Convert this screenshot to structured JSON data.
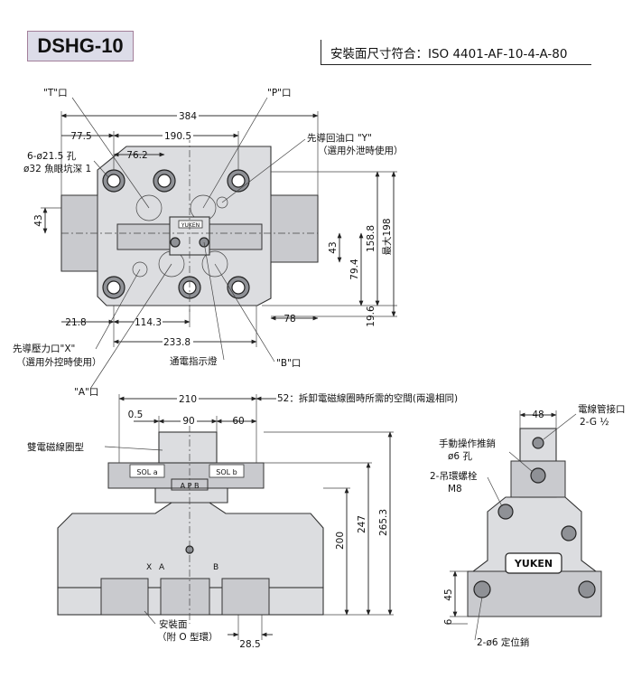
{
  "model": "DSHG-10",
  "standard": "安裝面尺寸符合：ISO 4401-AF-10-4-A-80",
  "top_view": {
    "port_t": "\"T\"口",
    "port_p": "\"P\"口",
    "port_y": "先導回油口 \"Y\"",
    "port_y_note": "（選用外泄時使用）",
    "holes_1": "6-ø21.5 孔",
    "holes_2": "ø32 魚眼坑深 1",
    "port_x": "先導壓力口\"X\"",
    "port_x_note": "（選用外控時使用）",
    "port_a": "\"A\"口",
    "port_b": "\"B\"口",
    "indicator": "通電指示燈",
    "dims": {
      "d384": "384",
      "d77_5": "77.5",
      "d190_5": "190.5",
      "d76_2": "76.2",
      "d43_left": "43",
      "d43_right": "43",
      "d158_8": "158.8",
      "d79_4": "79.4",
      "dmax198": "最大198",
      "d21_8": "21.8",
      "d114_3": "114.3",
      "d78": "78",
      "d233_8": "233.8",
      "d19_6": "19.6"
    }
  },
  "front_view": {
    "note_52": "52：拆卸電磁線圈時所需的空間(兩邊相同)",
    "solenoid_label": "雙電磁線圈型",
    "sol_a": "SOL a",
    "sol_b": "SOL b",
    "apb": "A P B",
    "face_x": "X",
    "face_a": "A",
    "face_b": "B",
    "mount_face": "安裝面",
    "oring_note": "（附 O 型環）",
    "dims": {
      "d210": "210",
      "d0_5": "0.5",
      "d90": "90",
      "d60": "60",
      "d200": "200",
      "d247": "247",
      "d265_3": "265.3",
      "d28_5": "28.5"
    }
  },
  "side_view": {
    "conduit": "電線管接口",
    "conduit_size": "2-G ½",
    "manual_pin": "手動操作推銷",
    "manual_hole": "ø6 孔",
    "eye_bolt": "2-吊環螺栓",
    "eye_bolt_size": "M8",
    "brand": "YUKEN",
    "locate_pin": "2-ø6 定位銷",
    "dims": {
      "d48": "48",
      "d45": "45",
      "d6": "6"
    }
  }
}
